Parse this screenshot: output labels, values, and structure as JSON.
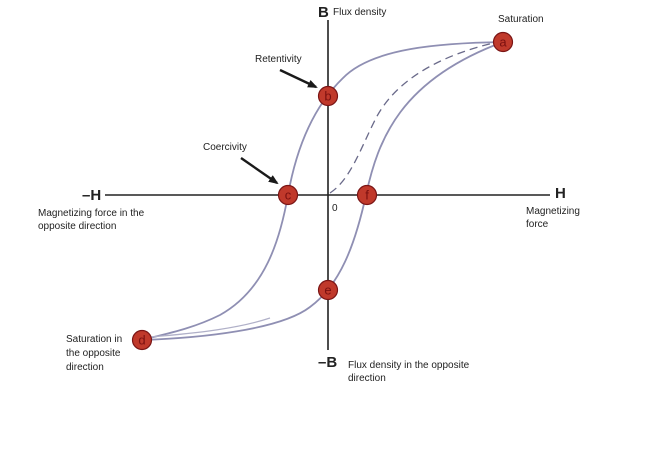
{
  "colors": {
    "axis": "#222222",
    "curve": "#8f8fb3",
    "point_fill": "#c0392b",
    "point_stroke": "#7a1515",
    "arrow": "#1a1a1a"
  },
  "axes": {
    "positive_b": "B",
    "positive_b_label": "Flux density",
    "negative_b": "–B",
    "negative_b_label_line1": "Flux density in the opposite",
    "negative_b_label_line2": "direction",
    "positive_h": "H",
    "positive_h_label_line1": "Magnetizing",
    "positive_h_label_line2": "force",
    "negative_h": "–H",
    "negative_h_label_line1": "Magnetizing force in the",
    "negative_h_label_line2": "opposite direction",
    "origin": "0"
  },
  "points": {
    "a": "a",
    "b": "b",
    "c": "c",
    "d": "d",
    "e": "e",
    "f": "f"
  },
  "annotations": {
    "saturation": "Saturation",
    "retentivity": "Retentivity",
    "coercivity": "Coercivity",
    "saturation_opposite_line1": "Saturation in",
    "saturation_opposite_line2": "the opposite",
    "saturation_opposite_line3": "direction"
  }
}
